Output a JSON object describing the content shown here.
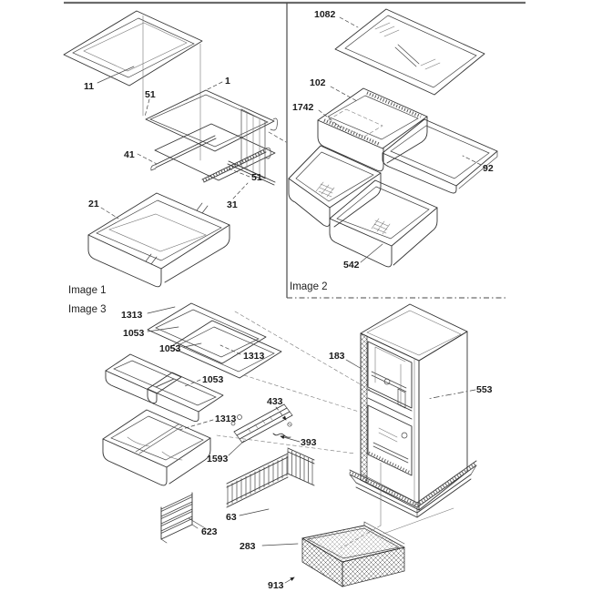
{
  "colors": {
    "line": "#333333",
    "background": "#ffffff"
  },
  "sections": {
    "image1": {
      "caption": "Image 1",
      "labels": {
        "p11": "11",
        "p1": "1",
        "p51a": "51",
        "p51b": "51",
        "p41": "41",
        "p31": "31",
        "p21": "21"
      }
    },
    "image2": {
      "caption": "Image 2",
      "labels": {
        "p1082": "1082",
        "p102": "102",
        "p1742": "1742",
        "p92": "92",
        "p542": "542"
      }
    },
    "image3": {
      "caption": "Image 3",
      "labels": {
        "p1313a": "1313",
        "p1053a": "1053",
        "p1053b": "1053",
        "p1313b": "1313",
        "p1053c": "1053",
        "p1313c": "1313",
        "p183": "183",
        "p553": "553",
        "p433": "433",
        "p393": "393",
        "p1593": "1593",
        "p63": "63",
        "p623": "623",
        "p283": "283",
        "p913": "913"
      }
    }
  }
}
